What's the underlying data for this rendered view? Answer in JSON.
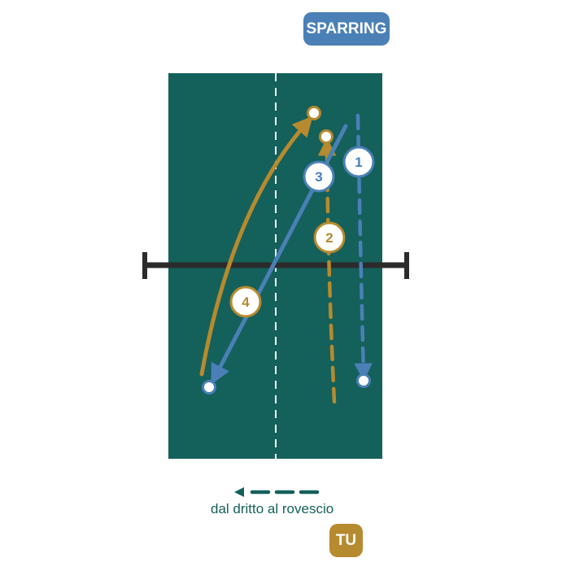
{
  "labels": {
    "opponent": "SPARRING",
    "player": "TU",
    "direction": "dal dritto al rovescio"
  },
  "colors": {
    "table": "#14605b",
    "net": "#2b2b2b",
    "blue": "#4a80b6",
    "gold": "#b68a2e",
    "caption": "#14605b"
  },
  "shots": [
    {
      "number": "1",
      "color": "blue",
      "style": "dashed"
    },
    {
      "number": "2",
      "color": "gold",
      "style": "dashed"
    },
    {
      "number": "3",
      "color": "blue",
      "style": "solid"
    },
    {
      "number": "4",
      "color": "gold",
      "style": "solid"
    }
  ],
  "icons": {
    "direction": "dashed-arrow-left-icon"
  }
}
